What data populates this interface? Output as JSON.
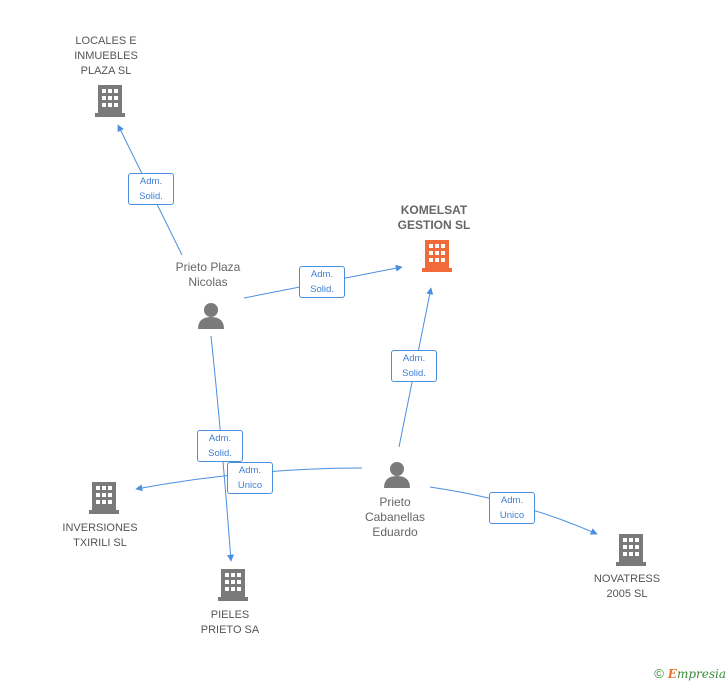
{
  "colors": {
    "edge": "#4a8fe0",
    "node": "#7a7a7a",
    "main_node": "#f06a3a"
  },
  "nodes": {
    "locales": {
      "label": "LOCALES E\nINMUEBLES\nPLAZA SL"
    },
    "komelsat": {
      "label": "KOMELSAT\nGESTION SL"
    },
    "prieto_plaza": {
      "label": "Prieto Plaza\nNicolas"
    },
    "prieto_cabanellas": {
      "label": "Prieto\nCabanellas\nEduardo"
    },
    "inversiones": {
      "label": "INVERSIONES\nTXIRILI SL"
    },
    "pieles": {
      "label": "PIELES\nPRIETO SA"
    },
    "novatress": {
      "label": "NOVATRESS\n2005 SL"
    }
  },
  "edges": {
    "e1": {
      "label": "Adm.\nSolid."
    },
    "e2": {
      "label": "Adm.\nSolid."
    },
    "e3": {
      "label": "Adm.\nSolid."
    },
    "e4": {
      "label": "Adm.\nSolid."
    },
    "e5": {
      "label": "Adm.\nUnico"
    },
    "e6": {
      "label": "Adm.\nUnico"
    }
  },
  "footer": {
    "copyright": "©",
    "brand_e": "E",
    "brand_rest": "mpresia"
  }
}
